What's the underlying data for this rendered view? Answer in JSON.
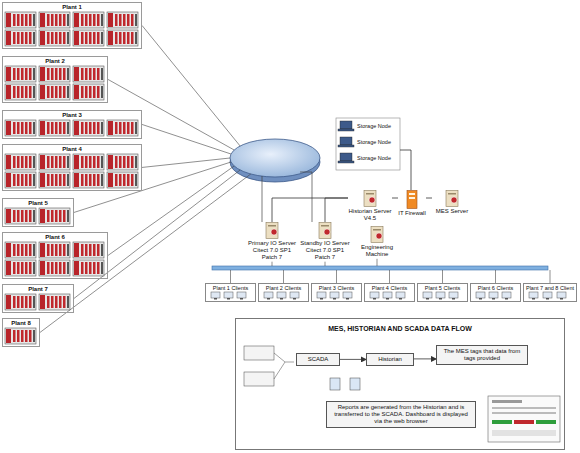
{
  "diagram": {
    "nodes": [
      {
        "text": [
          "Plant 1"
        ]
      },
      {
        "text": [
          "Plant 2"
        ]
      },
      {
        "text": [
          "Plant 3"
        ]
      },
      {
        "text": [
          "Plant 4"
        ]
      },
      {
        "text": [
          "Plant 5"
        ]
      },
      {
        "text": [
          "Plant 6"
        ]
      },
      {
        "text": [
          "Plant 7"
        ]
      },
      {
        "text": [
          "Plant 8"
        ]
      },
      {
        "text": [
          "Historian Server V4.5"
        ]
      },
      {
        "text": [
          "IT Firewall"
        ]
      },
      {
        "text": [
          "MES Server"
        ]
      },
      {
        "text": [
          "Primary IO Server Citect 7.0 SP1 Patch 7"
        ]
      },
      {
        "text": [
          "Standby IO Server Citect 7.0 SP1 Patch 7"
        ]
      },
      {
        "text": [
          "Engineering Machine"
        ]
      },
      {
        "text": [
          "Plant 1 Clients"
        ]
      },
      {
        "text": [
          "Plant 2 Clients"
        ]
      },
      {
        "text": [
          "Plant 3 Clients"
        ]
      },
      {
        "text": [
          "Plant 4 Clients"
        ]
      },
      {
        "text": [
          "Plant 5 Clients"
        ]
      },
      {
        "text": [
          "Plant 6 Clients"
        ]
      },
      {
        "text": [
          "Plant 7 and 8 Client"
        ]
      },
      {
        "text": [
          "MES, HISTORIAN AND SCADA DATA FLOW"
        ]
      },
      {
        "text": [
          "SCADA"
        ],
        "in": 21
      },
      {
        "text": [
          "Historian"
        ],
        "in": 21
      },
      {
        "text": [
          "The MES tags that data from tags provided"
        ],
        "in": 21
      },
      {
        "text": [
          "Reports are generated from the Historian and is transferred to the SCADA. Dashboard is displayed via the web browser"
        ],
        "in": 21
      }
    ],
    "edges": [
      {
        "from": 11,
        "to": 8,
        "arrow": "none"
      },
      {
        "from": 12,
        "to": 8,
        "arrow": "none"
      },
      {
        "from": 8,
        "to": 9,
        "arrow": "none"
      },
      {
        "from": 9,
        "to": 10,
        "arrow": "none"
      },
      {
        "from": 22,
        "to": 23,
        "arrow": "to"
      },
      {
        "from": 23,
        "to": 24,
        "arrow": "to"
      }
    ],
    "labels": [
      "Storage Node",
      "Storage Node",
      "Storage Node"
    ]
  }
}
